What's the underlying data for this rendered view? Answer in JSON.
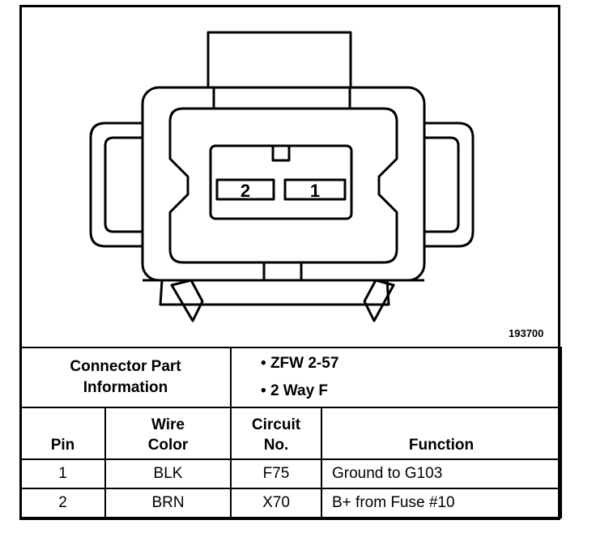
{
  "figure_ref": "193700",
  "connector": {
    "pin_labels": [
      "2",
      "1"
    ]
  },
  "part_info": {
    "label_line1": "Connector Part",
    "label_line2": "Information",
    "bullets": [
      "ZFW 2-57",
      "2 Way F"
    ]
  },
  "table": {
    "headers": {
      "pin": "Pin",
      "wire_color_line1": "Wire",
      "wire_color_line2": "Color",
      "circuit_line1": "Circuit",
      "circuit_line2": "No.",
      "function": "Function"
    },
    "rows": [
      {
        "pin": "1",
        "wire_color": "BLK",
        "circuit": "F75",
        "function": "Ground to G103"
      },
      {
        "pin": "2",
        "wire_color": "BRN",
        "circuit": "X70",
        "function": "B+ from Fuse #10"
      }
    ]
  }
}
